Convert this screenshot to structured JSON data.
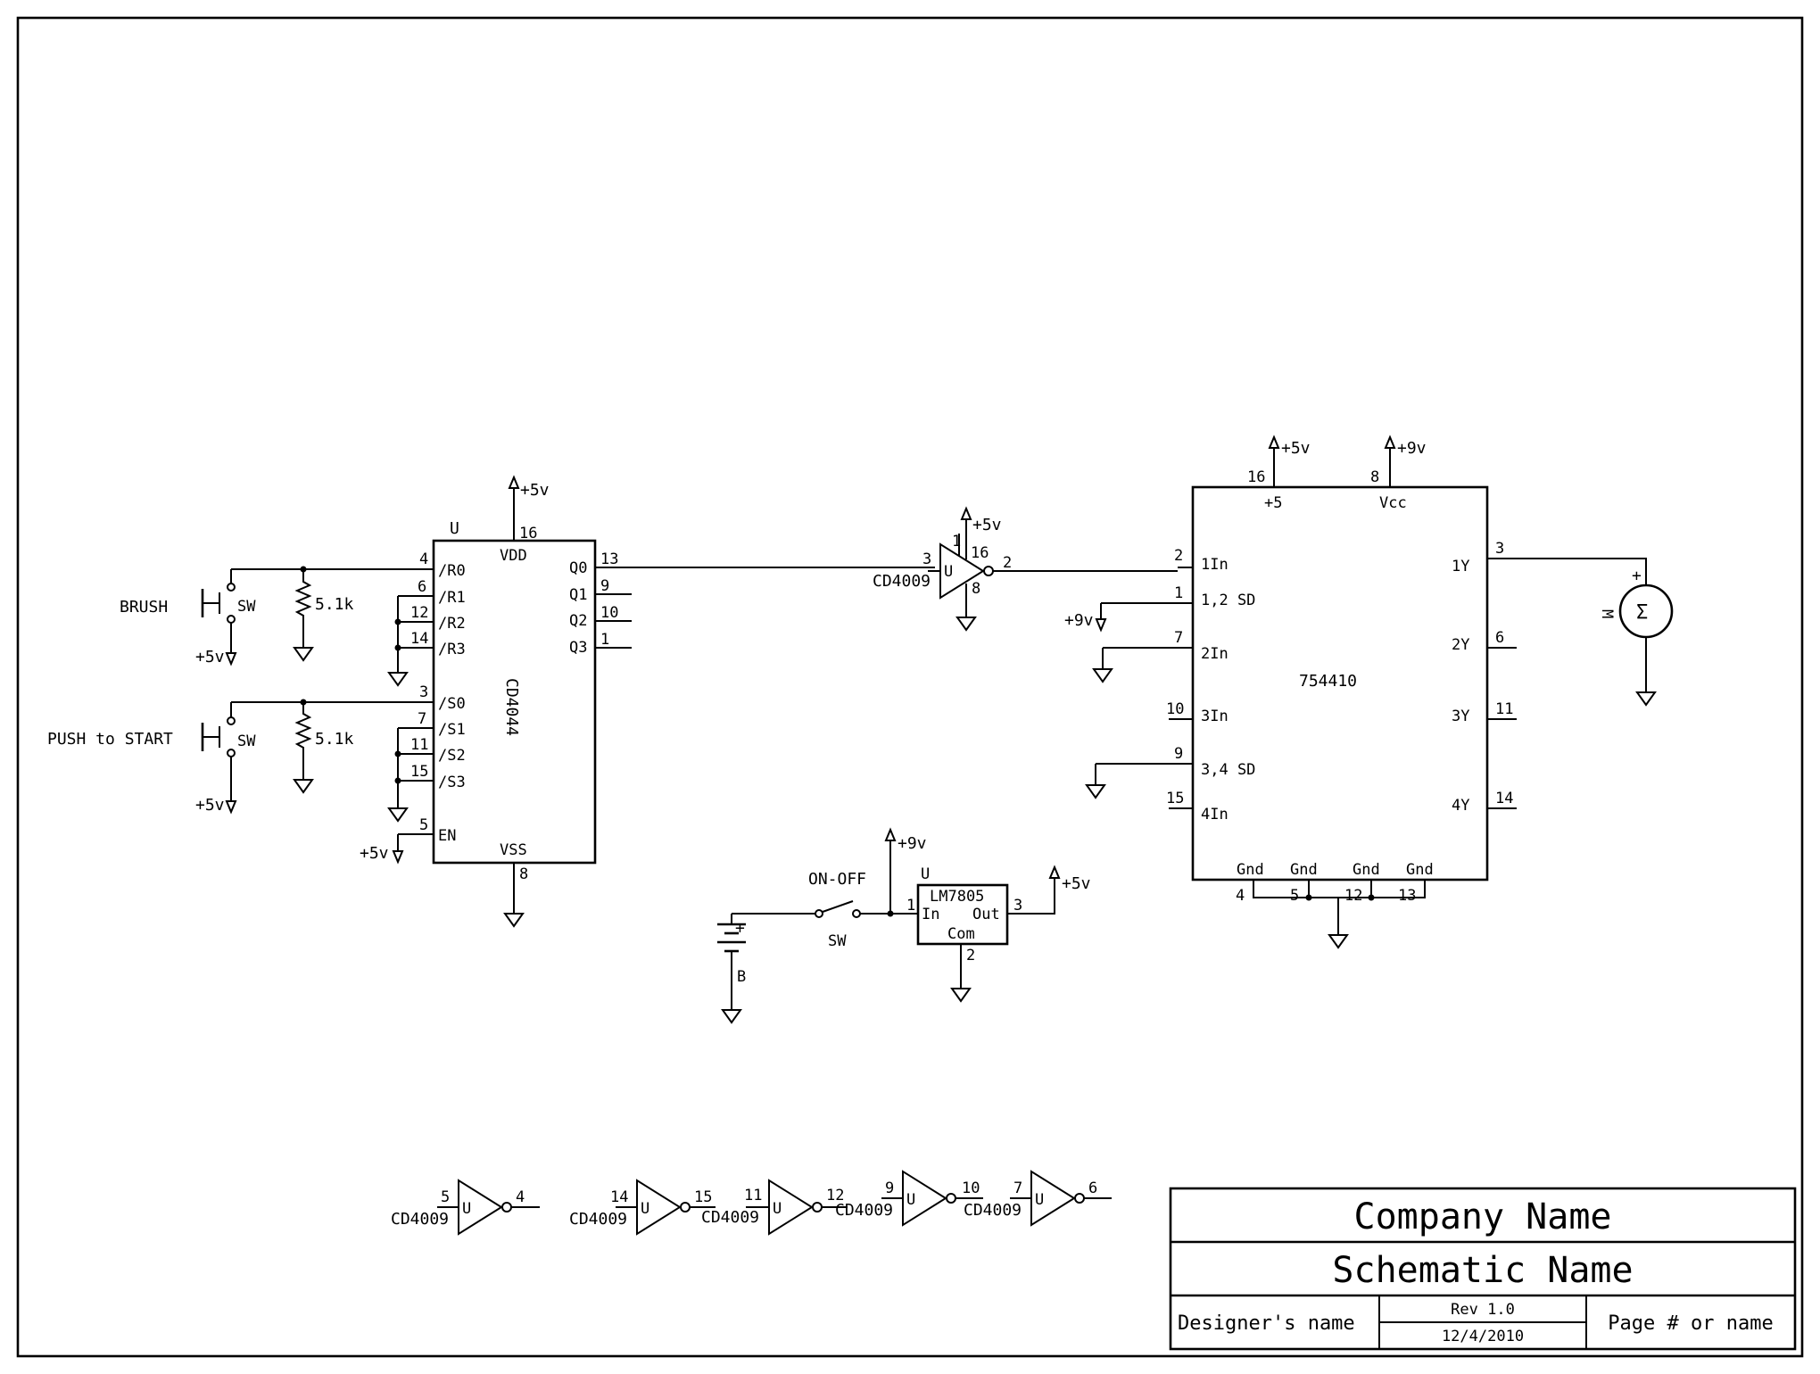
{
  "chips": {
    "cd4044": {
      "ref": "U",
      "name": "CD4044",
      "pins": {
        "vdd": "VDD",
        "vss": "VSS",
        "r0": "/R0",
        "r1": "/R1",
        "r2": "/R2",
        "r3": "/R3",
        "s0": "/S0",
        "s1": "/S1",
        "s2": "/S2",
        "s3": "/S3",
        "en": "EN",
        "q0": "Q0",
        "q1": "Q1",
        "q2": "Q2",
        "q3": "Q3"
      },
      "pin_numbers": {
        "vdd": "16",
        "vss": "8",
        "r0": "4",
        "r1": "6",
        "r2": "12",
        "r3": "14",
        "s0": "3",
        "s1": "7",
        "s2": "11",
        "s3": "15",
        "en": "5",
        "q0": "13",
        "q1": "9",
        "q2": "10",
        "q3": "1"
      }
    },
    "l754410": {
      "name": "754410",
      "pins": {
        "vplus": "+5",
        "vcc": "Vcc",
        "in1": "1In",
        "sd12": "1,2 SD",
        "in2": "2In",
        "in3": "3In",
        "sd34": "3,4 SD",
        "in4": "4In",
        "y1": "1Y",
        "y2": "2Y",
        "y3": "3Y",
        "y4": "4Y",
        "gnd1": "Gnd",
        "gnd2": "Gnd",
        "gnd3": "Gnd",
        "gnd4": "Gnd"
      },
      "pin_numbers": {
        "vplus": "16",
        "vcc": "8",
        "in1": "2",
        "sd12": "1",
        "in2": "7",
        "in3": "10",
        "sd34": "9",
        "in4": "15",
        "y1": "3",
        "y2": "6",
        "y3": "11",
        "y4": "14",
        "gnd1": "4",
        "gnd2": "5",
        "gnd3": "12",
        "gnd4": "13"
      }
    },
    "lm7805": {
      "ref": "U",
      "name": "LM7805",
      "pins": {
        "in": "In",
        "out": "Out",
        "com": "Com"
      },
      "pin_numbers": {
        "in": "1",
        "out": "3",
        "com": "2"
      }
    }
  },
  "inverter_main": {
    "ref": "U",
    "part": "CD4009",
    "pin_in": "3",
    "pin_out": "2",
    "pin_vdd_a": "1",
    "pin_vdd_b": "16",
    "pin_gnd": "8"
  },
  "spare_inverters": [
    {
      "ref": "U",
      "part": "CD4009",
      "pin_in": "5",
      "pin_out": "4"
    },
    {
      "ref": "U",
      "part": "CD4009",
      "pin_in": "14",
      "pin_out": "15"
    },
    {
      "ref": "U",
      "part": "CD4009",
      "pin_in": "11",
      "pin_out": "12"
    },
    {
      "ref": "U",
      "part": "CD4009",
      "pin_in": "9",
      "pin_out": "10"
    },
    {
      "ref": "U",
      "part": "CD4009",
      "pin_in": "7",
      "pin_out": "6"
    }
  ],
  "switches": {
    "brush": {
      "label": "BRUSH",
      "ref": "SW"
    },
    "start": {
      "label": "PUSH to START",
      "ref": "SW"
    },
    "power": {
      "label": "ON-OFF",
      "ref": "SW"
    }
  },
  "resistors": {
    "r_brush": "5.1k",
    "r_start": "5.1k"
  },
  "battery": {
    "ref": "B",
    "plus": "+"
  },
  "motor": {
    "ref": "M",
    "plus": "+"
  },
  "supplies": {
    "p5": "+5v",
    "p9": "+9v"
  },
  "title_block": {
    "company": "Company Name",
    "schematic": "Schematic Name",
    "designer": "Designer's name",
    "rev": "Rev 1.0",
    "date": "12/4/2010",
    "page": "Page # or name"
  }
}
